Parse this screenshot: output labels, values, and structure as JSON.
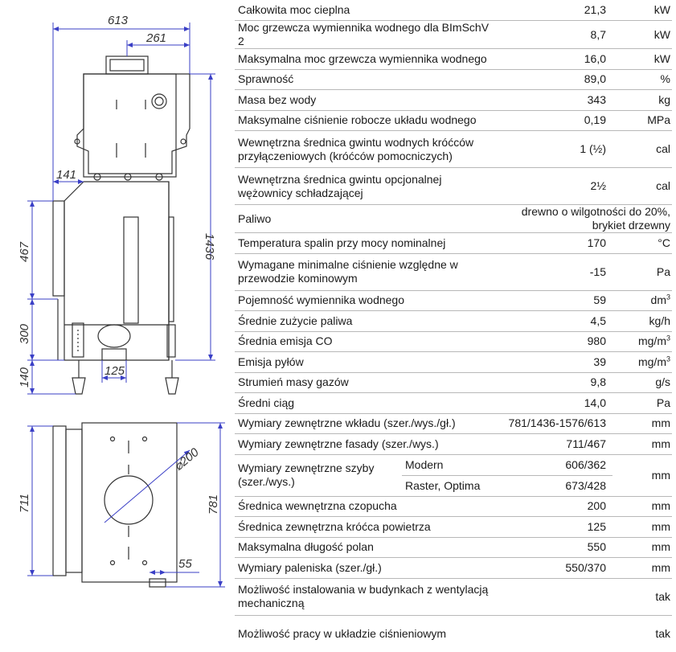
{
  "drawing": {
    "dim_width_top": "613",
    "dim_offset_top": "261",
    "dim_offset_left": "141",
    "dim_total_height": "1436",
    "dim_467": "467",
    "dim_300": "300",
    "dim_140": "140",
    "dim_125": "125",
    "dim_711": "711",
    "dim_781": "781",
    "dim_diameter": "⌀200",
    "dim_55": "55"
  },
  "spec": {
    "rows": [
      {
        "label": "Całkowita moc cieplna",
        "value": "21,3",
        "unit": "kW"
      },
      {
        "label": "Moc grzewcza wymiennika wodnego dla BImSchV 2",
        "value": "8,7",
        "unit": "kW"
      },
      {
        "label": "Maksymalna moc grzewcza wymiennika wodnego",
        "value": "16,0",
        "unit": "kW"
      },
      {
        "label": "Sprawność",
        "value": "89,0",
        "unit": "%"
      },
      {
        "label": "Masa bez wody",
        "value": "343",
        "unit": "kg"
      },
      {
        "label": "Maksymalne ciśnienie robocze układu wodnego",
        "value": "0,19",
        "unit": "MPa"
      },
      {
        "label": "Wewnętrzna średnica gwintu wodnych króćców przyłączeniowych (króćców pomocniczych)",
        "value": "1 (½)",
        "unit": "cal"
      },
      {
        "label": "Wewnętrzna średnica gwintu opcjonalnej wężownicy schładzającej",
        "value": "2½",
        "unit": "cal"
      },
      {
        "label": "Paliwo",
        "value": "drewno o wilgotności do 20%, brykiet drzewny",
        "unit": ""
      },
      {
        "label": "Temperatura spalin przy mocy nominalnej",
        "value": "170",
        "unit": "°C"
      },
      {
        "label": "Wymagane minimalne ciśnienie względne w przewodzie kominowym",
        "value": "-15",
        "unit": "Pa"
      },
      {
        "label": "Pojemność wymiennika wodnego",
        "value": "59",
        "unit": "dm",
        "unit_sup": "3"
      },
      {
        "label": "Średnie zużycie paliwa",
        "value": "4,5",
        "unit": "kg/h"
      },
      {
        "label": "Średnia emisja CO",
        "value": "980",
        "unit": "mg/m",
        "unit_sup": "3"
      },
      {
        "label": "Emisja pyłów",
        "value": "39",
        "unit": "mg/m",
        "unit_sup": "3"
      },
      {
        "label": "Strumień masy gazów",
        "value": "9,8",
        "unit": "g/s"
      },
      {
        "label": "Średni ciąg",
        "value": "14,0",
        "unit": "Pa"
      },
      {
        "label": "Wymiary zewnętrzne wkładu (szer./wys./gł.)",
        "value": "781/1436-1576/613",
        "unit": "mm"
      },
      {
        "label": "Wymiary zewnętrzne fasady (szer./wys.)",
        "value": "711/467",
        "unit": "mm"
      },
      {
        "label": "Wymiary zewnętrzne szyby (szer./wys.)",
        "sub": [
          {
            "label": "Modern",
            "value": "606/362"
          },
          {
            "label": "Raster, Optima",
            "value": "673/428"
          }
        ],
        "unit": "mm"
      },
      {
        "label": "Średnica wewnętrzna czopucha",
        "value": "200",
        "unit": "mm"
      },
      {
        "label": "Średnica zewnętrzna króćca powietrza",
        "value": "125",
        "unit": "mm"
      },
      {
        "label": "Maksymalna długość polan",
        "value": "550",
        "unit": "mm"
      },
      {
        "label": "Wymiary paleniska (szer./gł.)",
        "value": "550/370",
        "unit": "mm"
      },
      {
        "label": "Możliwość instalowania w budynkach z wentylacją mechaniczną",
        "value": "",
        "unit": "tak"
      },
      {
        "label": "Możliwość pracy w układzie ciśnieniowym",
        "value": "",
        "unit": "tak"
      }
    ]
  },
  "colors": {
    "dimension_line": "#3a3fc6",
    "outline": "#333333",
    "rule": "#b8b8b8"
  }
}
